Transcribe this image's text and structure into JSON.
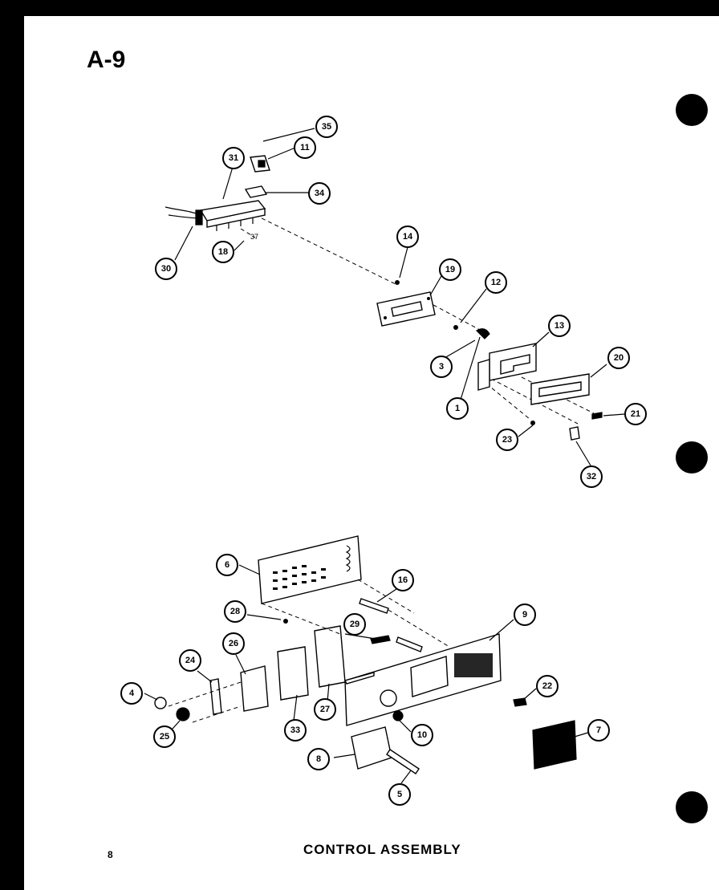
{
  "page_label": "A-9",
  "footer": {
    "title": "CONTROL ASSEMBLY",
    "page_number": "8"
  },
  "callouts": [
    {
      "id": "c35",
      "label": "35"
    },
    {
      "id": "c11",
      "label": "11"
    },
    {
      "id": "c31",
      "label": "31"
    },
    {
      "id": "c34",
      "label": "34"
    },
    {
      "id": "c30",
      "label": "30"
    },
    {
      "id": "c18",
      "label": "18"
    },
    {
      "id": "c14",
      "label": "14"
    },
    {
      "id": "c19",
      "label": "19"
    },
    {
      "id": "c12",
      "label": "12"
    },
    {
      "id": "c13",
      "label": "13"
    },
    {
      "id": "c3",
      "label": "3"
    },
    {
      "id": "c20",
      "label": "20"
    },
    {
      "id": "c1",
      "label": "1"
    },
    {
      "id": "c21",
      "label": "21"
    },
    {
      "id": "c23",
      "label": "23"
    },
    {
      "id": "c32",
      "label": "32"
    },
    {
      "id": "c6",
      "label": "6"
    },
    {
      "id": "c16",
      "label": "16"
    },
    {
      "id": "c28",
      "label": "28"
    },
    {
      "id": "c29",
      "label": "29"
    },
    {
      "id": "c9",
      "label": "9"
    },
    {
      "id": "c26",
      "label": "26"
    },
    {
      "id": "c24",
      "label": "24"
    },
    {
      "id": "c4",
      "label": "4"
    },
    {
      "id": "c22",
      "label": "22"
    },
    {
      "id": "c27",
      "label": "27"
    },
    {
      "id": "c33",
      "label": "33"
    },
    {
      "id": "c25",
      "label": "25"
    },
    {
      "id": "c10",
      "label": "10"
    },
    {
      "id": "c7",
      "label": "7"
    },
    {
      "id": "c8",
      "label": "8"
    },
    {
      "id": "c5",
      "label": "5"
    }
  ]
}
